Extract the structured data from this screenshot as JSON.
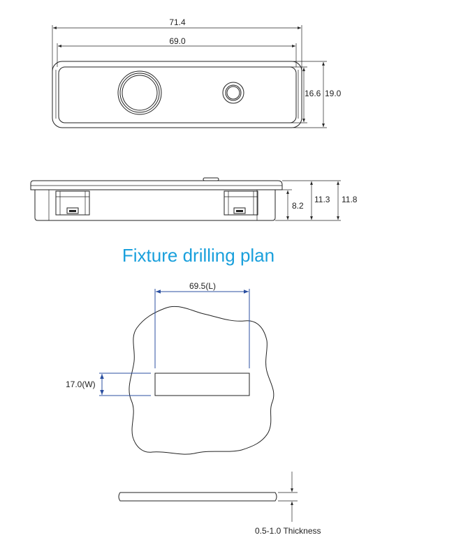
{
  "top_view": {
    "overall_length": "71.4",
    "inner_length": "69.0",
    "inner_height": "16.6",
    "overall_height": "19.0"
  },
  "side_view": {
    "body_height": "8.2",
    "mid_height": "11.3",
    "total_height": "11.8"
  },
  "section_title": "Fixture drilling plan",
  "drilling_plan": {
    "cutout_length": "69.5(L)",
    "cutout_width": "17.0(W)",
    "thickness": "0.5-1.0 Thickness"
  },
  "colors": {
    "title": "#1aa0dc",
    "drill_dimension": "#2b4fa0"
  }
}
